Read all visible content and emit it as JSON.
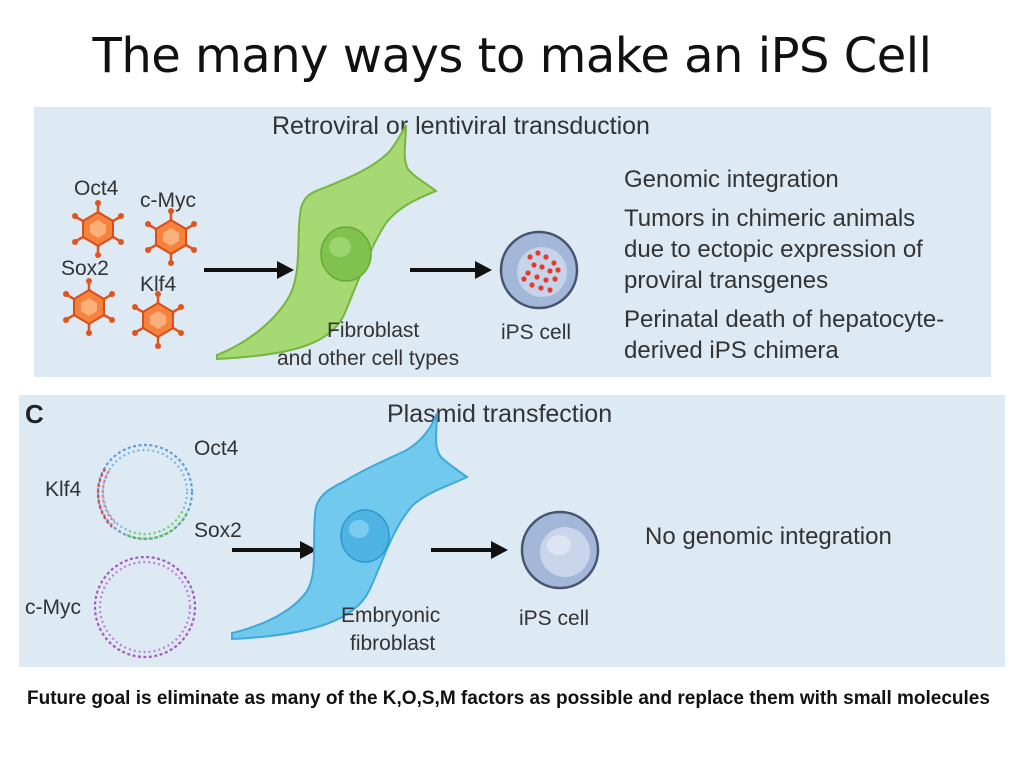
{
  "slide": {
    "title": "The many ways to make an iPS Cell",
    "footer": "Future goal is eliminate as many of the K,O,S,M factors as possible and replace them with small molecules"
  },
  "panel_viral": {
    "header": "Retroviral or lentiviral transduction",
    "factors": [
      "Oct4",
      "c-Myc",
      "Sox2",
      "Klf4"
    ],
    "cell_label_1": "Fibroblast",
    "cell_label_2": "and other cell types",
    "ips_label": "iPS cell",
    "consequences": [
      "Genomic integration",
      "Tumors in chimeric animals",
      "due to ectopic expression of",
      "proviral transgenes",
      "Perinatal death of hepatocyte-",
      "derived iPS chimera"
    ]
  },
  "panel_plasmid": {
    "letter": "C",
    "header": "Plasmid transfection",
    "factors": [
      "Oct4",
      "Klf4",
      "Sox2",
      "c-Myc"
    ],
    "cell_label_1": "Embryonic",
    "cell_label_2": "fibroblast",
    "ips_label": "iPS cell",
    "consequence": "No genomic integration"
  },
  "colors": {
    "panel_bg": "#dde9f3",
    "virus": "#f26b2a",
    "fibroblast": "#9ed46a",
    "embryonic_fibroblast": "#6cc6ea",
    "ips_cell": "#9fb4d6"
  }
}
